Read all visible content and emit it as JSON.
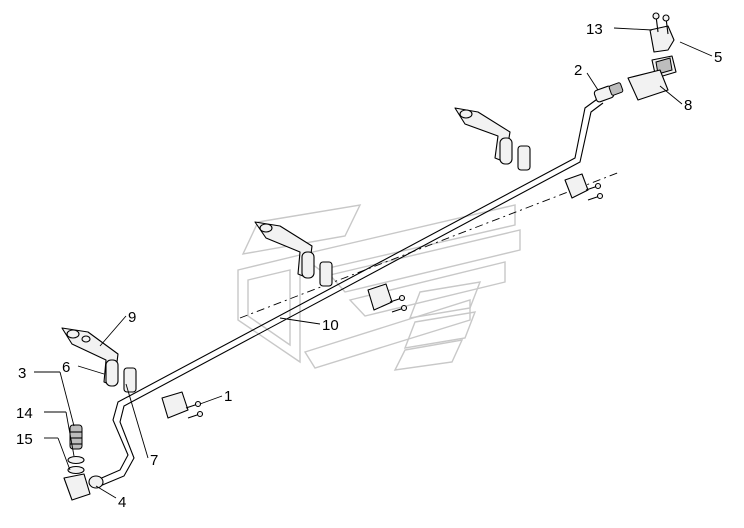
{
  "callouts": {
    "c1": "1",
    "c2": "2",
    "c3": "3",
    "c4": "4",
    "c5": "5",
    "c6": "6",
    "c7": "7",
    "c8": "8",
    "c9": "9",
    "c10": "10",
    "c13": "13",
    "c14": "14",
    "c15": "15"
  },
  "colors": {
    "line": "#000000",
    "watermark": "#c8c8c8",
    "background": "#ffffff"
  }
}
